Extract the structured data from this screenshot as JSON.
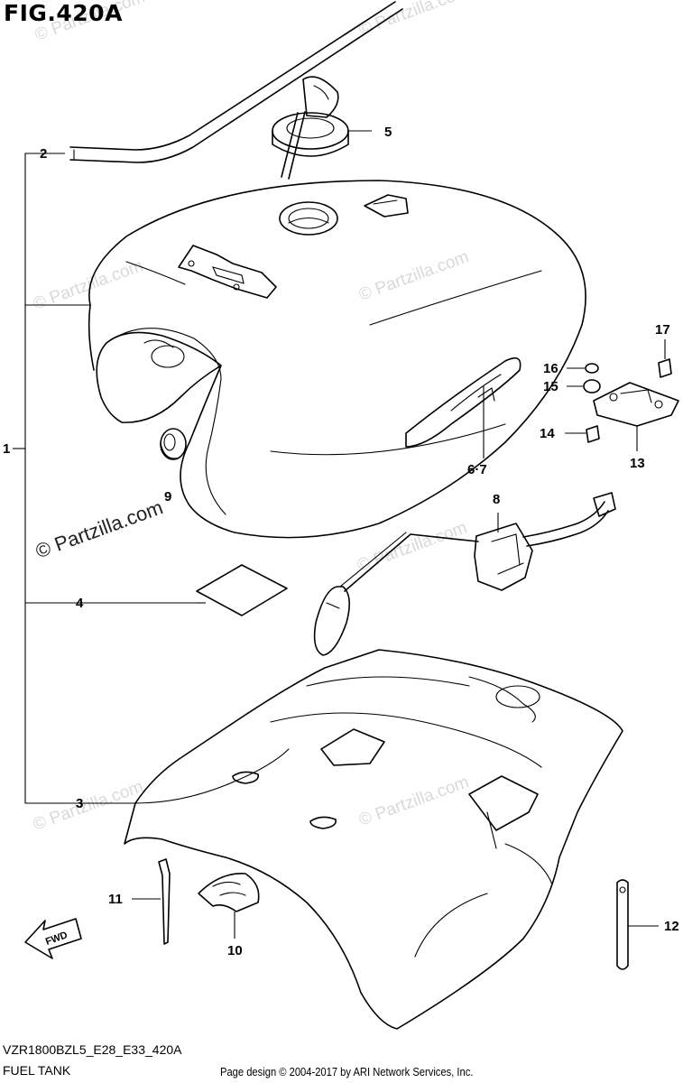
{
  "figure": {
    "title": "FIG.420A",
    "code": "VZR1800BZL5_E28_E33_420A",
    "name": "FUEL TANK",
    "copyright": "Page design © 2004-2017 by ARI Network Services, Inc."
  },
  "watermark": {
    "text": "© Partzilla.com",
    "strong_text": "© Partzilla.com"
  },
  "callouts": {
    "c1": "1",
    "c2": "2",
    "c3": "3",
    "c4": "4",
    "c5": "5",
    "c67": "6·7",
    "c8": "8",
    "c9": "9",
    "c10": "10",
    "c11": "11",
    "c12": "12",
    "c13": "13",
    "c14": "14",
    "c15": "15",
    "c16": "16",
    "c17": "17"
  },
  "fwd_label": "FWD",
  "colors": {
    "line": "#000000",
    "watermark": "#d9d9d9",
    "background": "#ffffff"
  }
}
